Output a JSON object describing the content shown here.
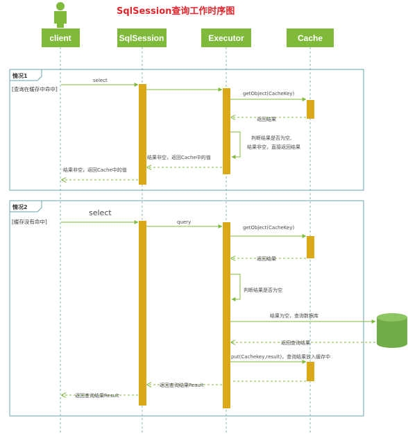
{
  "title": "SqlSession查询工作时序图",
  "colors": {
    "title": "#e0262c",
    "actor_fill": "#7fba3a",
    "activation": "#dba81a",
    "arrow": "#7fba3a",
    "frame_border": "#6aa6a8",
    "lifeline": "#6aa6a8",
    "database": "#70ad47"
  },
  "actors": {
    "client": "client",
    "sqlsession": "SqlSession",
    "executor": "Executor",
    "cache": "Cache"
  },
  "icons": {
    "person": "person-icon",
    "database": "database-icon"
  },
  "frame1": {
    "tag": "情况1",
    "condition": "[查询在缓存中命中]",
    "messages": {
      "select": "select",
      "get_object": "getObject(CacheKey)",
      "return_result": "返回结果",
      "self_check_line1": "判断结果是否为空,",
      "self_check_line2": "结果非空，直接返回结果",
      "return_cache_value": "结果非空，返回Cache中的值",
      "return_to_client": "结果非空，返回Cache中的值"
    }
  },
  "frame2": {
    "tag": "情况2",
    "condition": "[缓存没有命中]",
    "messages": {
      "select": "select",
      "query": "query",
      "get_object": "getObject(CacheKey)",
      "return_result": "返回结果",
      "self_check": "判断结果是否为空",
      "query_db": "结果为空，查询数据库",
      "return_query_result": "返回查询结果",
      "put_cache": "put(Cachekey,result)，查询结果放入缓存中",
      "return_result_to_session": "返回查询结果Result",
      "return_result_to_client": "返回查询结果Result"
    }
  }
}
